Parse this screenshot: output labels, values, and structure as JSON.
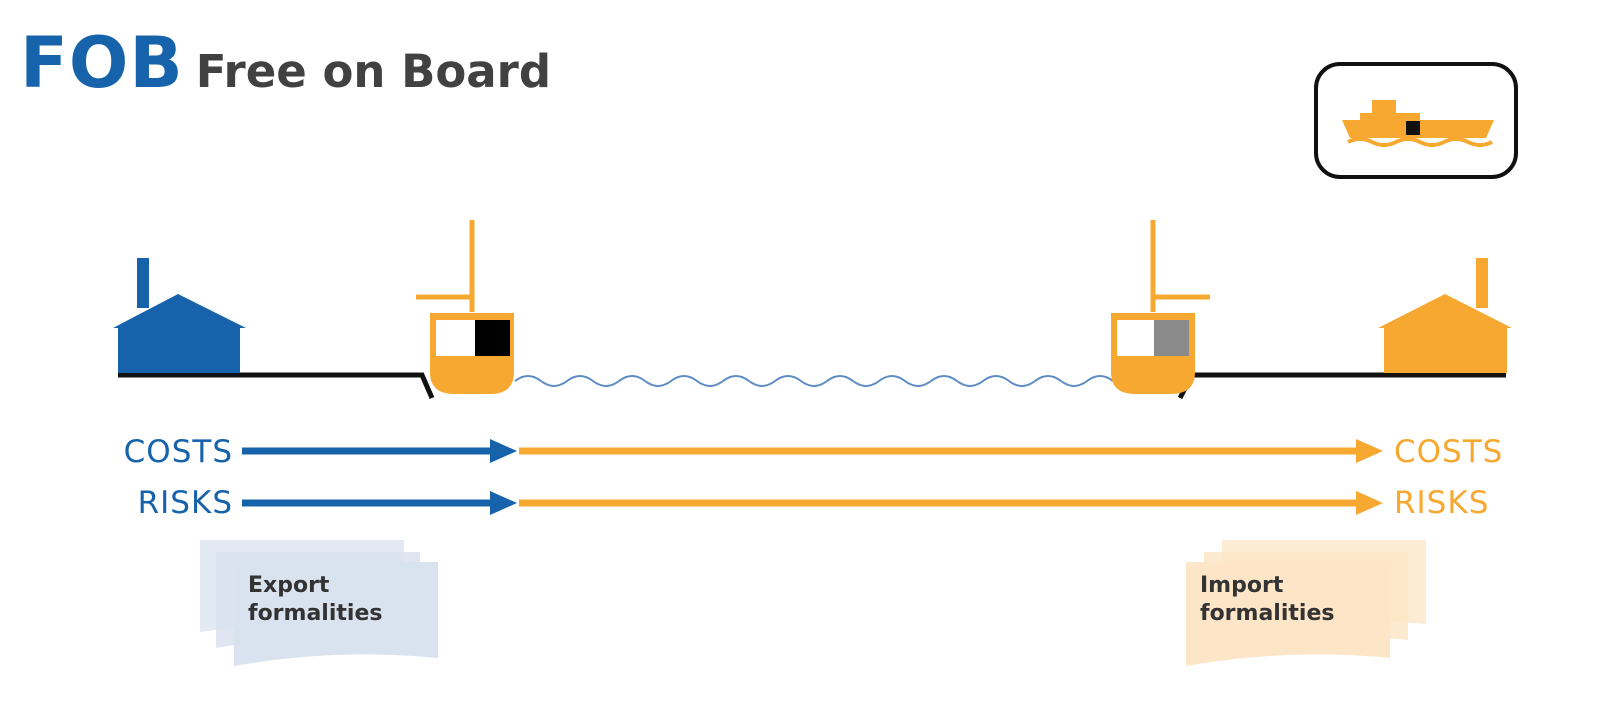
{
  "title": {
    "abbreviation": "FOB",
    "full_name": "Free on Board"
  },
  "colors": {
    "seller": "#1763ab",
    "buyer": "#f7a830",
    "heading_gray": "#414141",
    "ground": "#111111",
    "water": "#5d8dc4",
    "seller_doc": "#d9e2ef",
    "buyer_doc": "#fce6c7"
  },
  "seller": {
    "costs_label": "COSTS",
    "risks_label": "RISKS",
    "document": {
      "line1": "Export",
      "line2": "formalities"
    }
  },
  "buyer": {
    "costs_label": "COSTS",
    "risks_label": "RISKS",
    "document": {
      "line1": "Import",
      "line2": "formalities"
    }
  },
  "icons": {
    "mode_of_transport": "ship-icon",
    "seller_building": "factory-icon",
    "buyer_building": "warehouse-icon",
    "origin_vessel": "ship-icon",
    "destination_vessel": "ship-icon"
  }
}
